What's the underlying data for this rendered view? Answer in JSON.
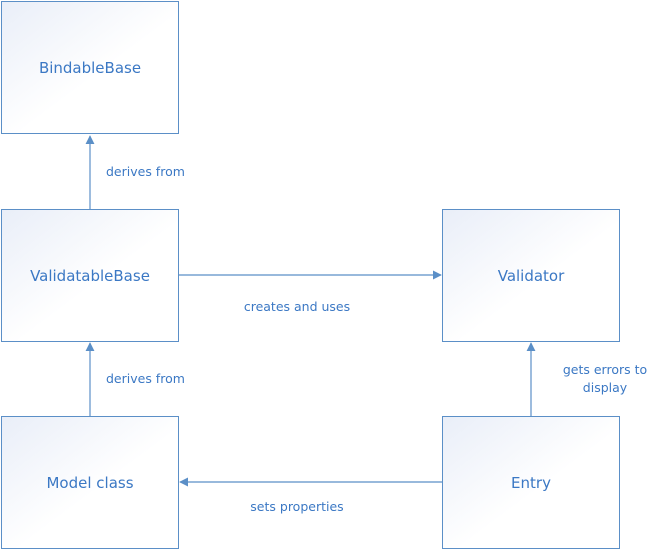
{
  "diagram": {
    "boxes": {
      "bindable_base": "BindableBase",
      "validatable_base": "ValidatableBase",
      "validator": "Validator",
      "model_class": "Model class",
      "entry": "Entry"
    },
    "connectors": {
      "derives_from_top": "derives from",
      "creates_and_uses": "creates and uses",
      "derives_from_bottom": "derives from",
      "gets_errors_line1": "gets errors to",
      "gets_errors_line2": "display",
      "sets_properties": "sets properties"
    },
    "colors": {
      "stroke": "#5b8fc7",
      "text": "#3b78c4",
      "fill_start": "#e9eef8",
      "fill_end": "#ffffff"
    }
  }
}
